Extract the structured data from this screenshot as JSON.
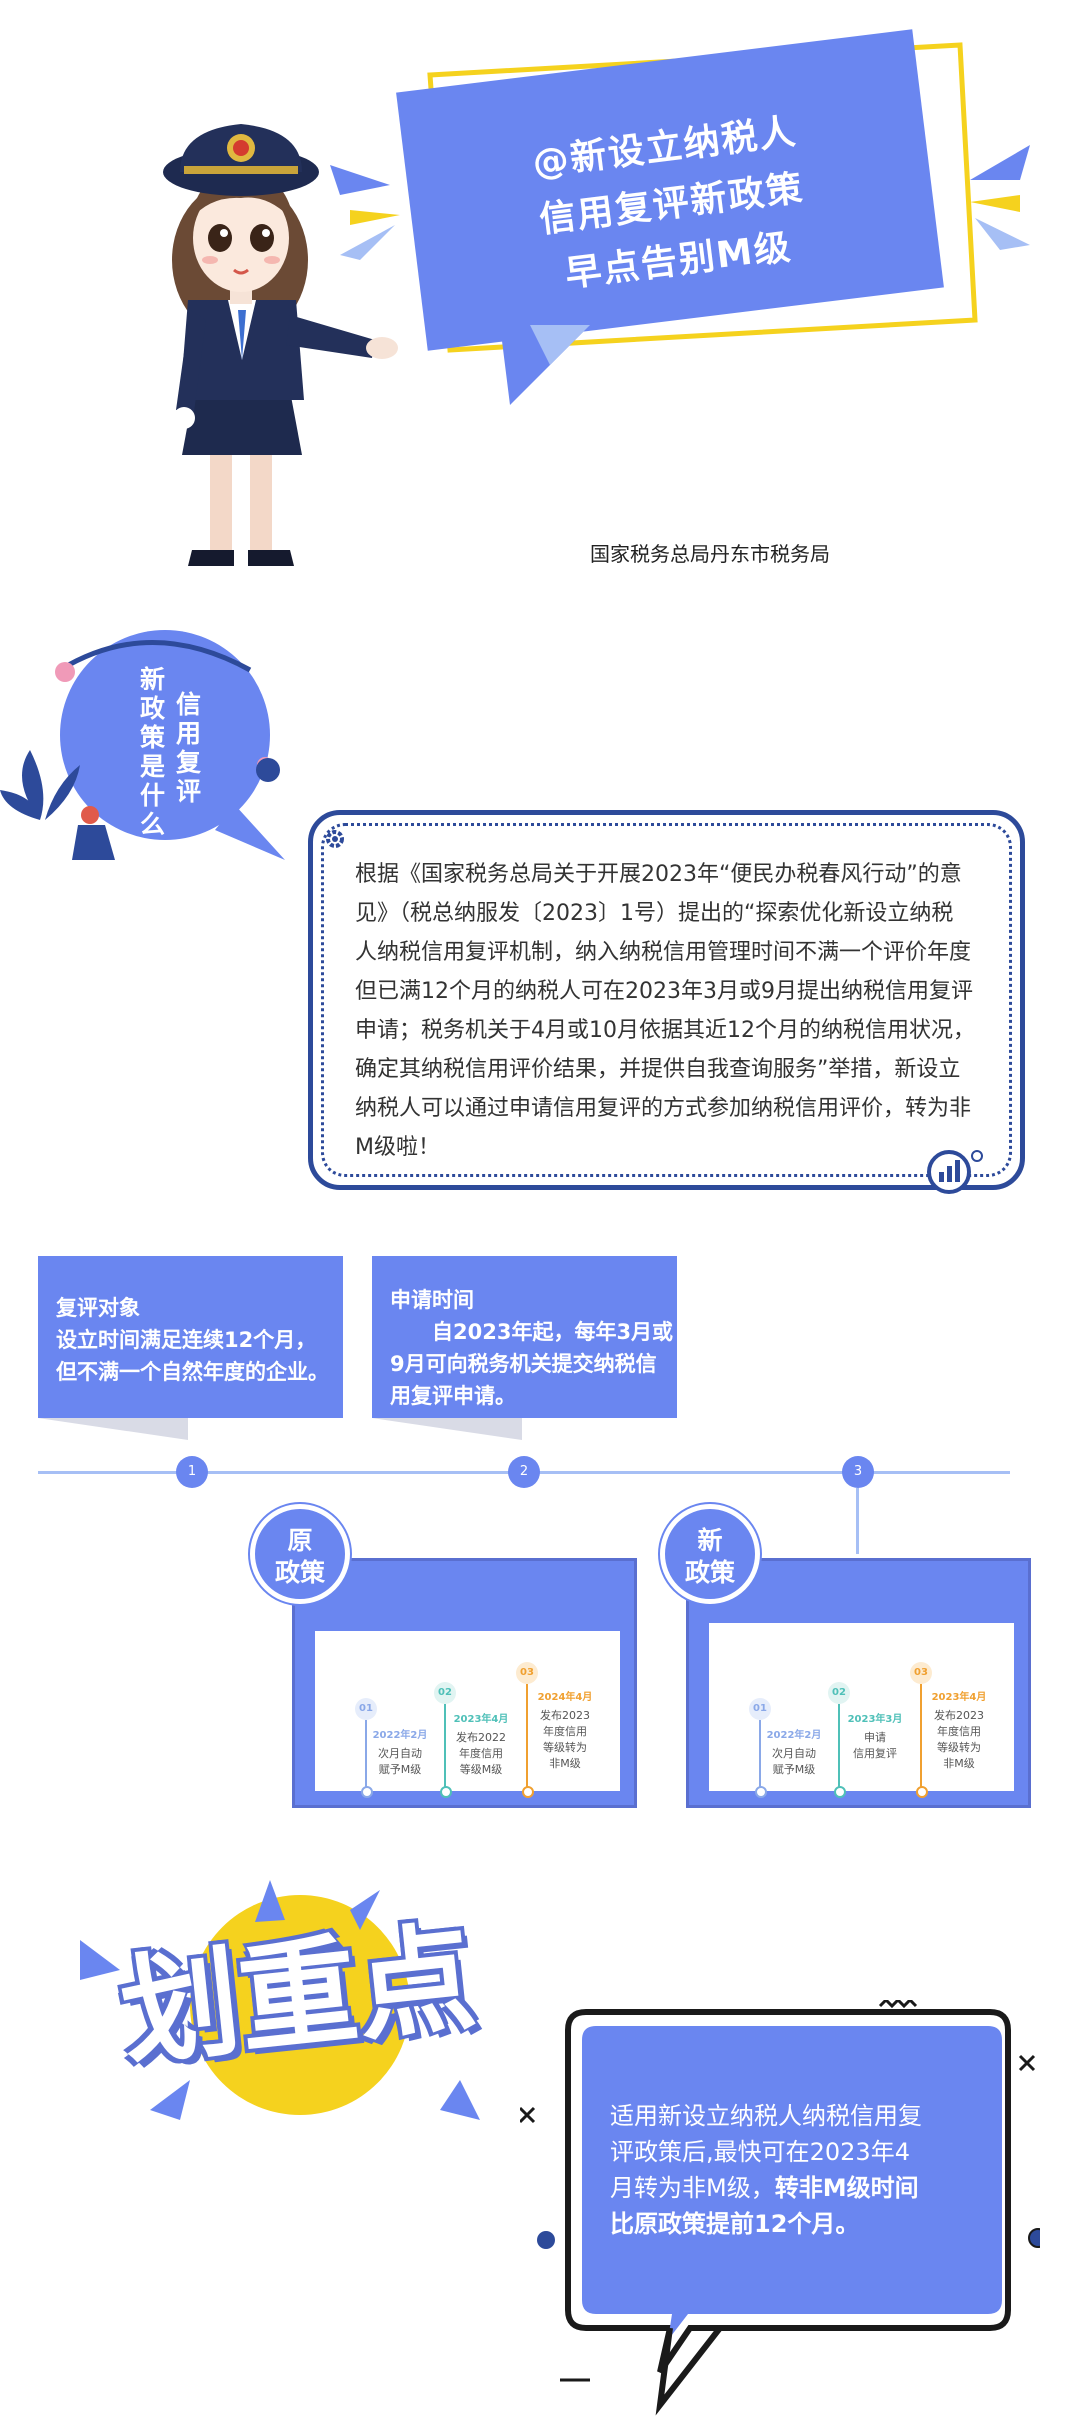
{
  "header": {
    "title_lines": [
      "@新设立纳税人",
      "信用复评新政策",
      "早点告别M级"
    ],
    "org": "国家税务总局丹东市税务局"
  },
  "section1": {
    "badge_col1": "新政策是什么",
    "badge_col2": "信用复评",
    "text_lines": [
      "根据《国家税务总局关于开展2023年“便民办税春风行动”的意",
      "见》（税总纳服发〔2023〕1号）提出的“探索优化新设立纳税",
      "人纳税信用复评机制，纳入纳税信用管理时间不满一个评价年度",
      "但已满12个月的纳税人可在2023年3月或9月提出纳税信用复评",
      "申请；税务机关于4月或10月依据其近12个月的纳税信用状况，",
      "确定其纳税信用评价结果，并提供自我查询服务”举措，新设立",
      "纳税人可以通过申请信用复评的方式参加纳税信用评价，转为非",
      "M级啦！"
    ]
  },
  "boxes": {
    "box1": {
      "title": "复评对象",
      "lines": [
        "设立时间满足连续12个月，",
        "但不满一个自然年度的企业。"
      ]
    },
    "box2": {
      "title": "申请时间",
      "lines": [
        "自2023年起，每年3月或",
        "9月可向税务机关提交纳税信",
        "用复评申请。"
      ]
    }
  },
  "timeline": {
    "nodes": [
      "1",
      "2",
      "3"
    ]
  },
  "policies": {
    "old": {
      "label_lines": [
        "原",
        "政策"
      ],
      "steps": [
        {
          "num": "01",
          "date": "2022年2月",
          "desc": [
            "次月自动",
            "赋予M级"
          ],
          "color": "#8aa8e8"
        },
        {
          "num": "02",
          "date": "2023年4月",
          "desc": [
            "发布2022",
            "年度信用",
            "等级M级"
          ],
          "color": "#4fc0b8"
        },
        {
          "num": "03",
          "date": "2024年4月",
          "desc": [
            "发布2023",
            "年度信用",
            "等级转为",
            "非M级"
          ],
          "color": "#f0a030"
        }
      ]
    },
    "new": {
      "label_lines": [
        "新",
        "政策"
      ],
      "steps": [
        {
          "num": "01",
          "date": "2022年2月",
          "desc": [
            "次月自动",
            "赋予M级"
          ],
          "color": "#8aa8e8"
        },
        {
          "num": "02",
          "date": "2023年3月",
          "desc": [
            "申请",
            "信用复评"
          ],
          "color": "#4fc0b8"
        },
        {
          "num": "03",
          "date": "2023年4月",
          "desc": [
            "发布2023",
            "年度信用",
            "等级转为",
            "非M级"
          ],
          "color": "#f0a030"
        }
      ]
    }
  },
  "highlight": {
    "logo_text": "划重点",
    "lines": [
      "适用新设立纳税人纳税信用复",
      "评政策后,最快可在2023年4",
      "月转为非M级，"
    ],
    "bold_lines": [
      "转非M级时间",
      "比原政策提前12个月。"
    ]
  },
  "colors": {
    "primary": "#6a86f0",
    "navy": "#2d4a9a",
    "yellow": "#f5d21e",
    "light_blue": "#a6bff5"
  }
}
